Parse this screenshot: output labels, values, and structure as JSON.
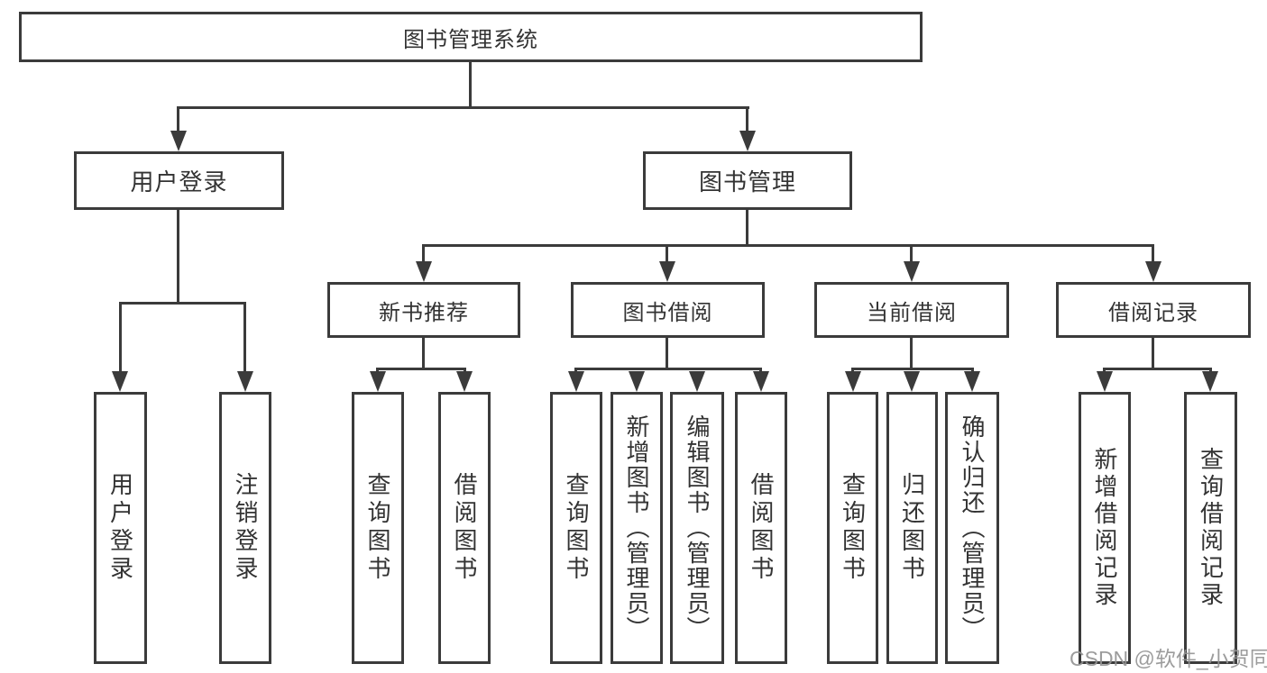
{
  "diagram": {
    "type": "tree-flowchart",
    "title": "图书管理系统",
    "line_color": "#3b3b3b",
    "text_color": "#333333",
    "background_color": "#ffffff",
    "watermark": "CSDN @软件_小贺同学",
    "watermark_color": "#949494",
    "nodes": {
      "root": "图书管理系统",
      "login": "用户登录",
      "management": "图书管理",
      "login_children": [
        "用户登录",
        "注销登录"
      ],
      "modules": [
        "新书推荐",
        "图书借阅",
        "当前借阅",
        "借阅记录"
      ],
      "recommend_children": [
        "查询图书",
        "借阅图书"
      ],
      "borrow_children": [
        "查询图书",
        "新增图书（管理员）",
        "编辑图书（管理员）",
        "借阅图书"
      ],
      "current_children": [
        "查询图书",
        "归还图书",
        "确认归还（管理员）"
      ],
      "record_children": [
        "新增借阅记录",
        "查询借阅记录"
      ]
    }
  }
}
